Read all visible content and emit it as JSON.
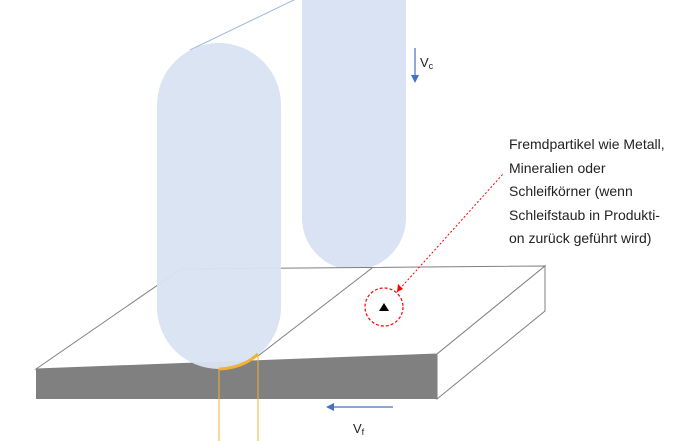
{
  "labels": {
    "vc_main": "V",
    "vc_sub": "c",
    "vf_main": "V",
    "vf_sub": "f"
  },
  "callout": {
    "lines": [
      "Fremdpartikel wie Metall,",
      "Mineralien oder",
      "Schleifkörner (wenn",
      "Schleifstaub in Produkti-",
      "on zurück geführt wird)"
    ]
  },
  "colors": {
    "grinding_disc": "#dae3f3",
    "workpiece_side": "#808080",
    "workpiece_outline": "#7f7f7f",
    "contact_zone": "#f2b134",
    "arrow": "#4472c4",
    "particle_marker": "#ff0000",
    "guide_line": "#9fb7e0"
  }
}
